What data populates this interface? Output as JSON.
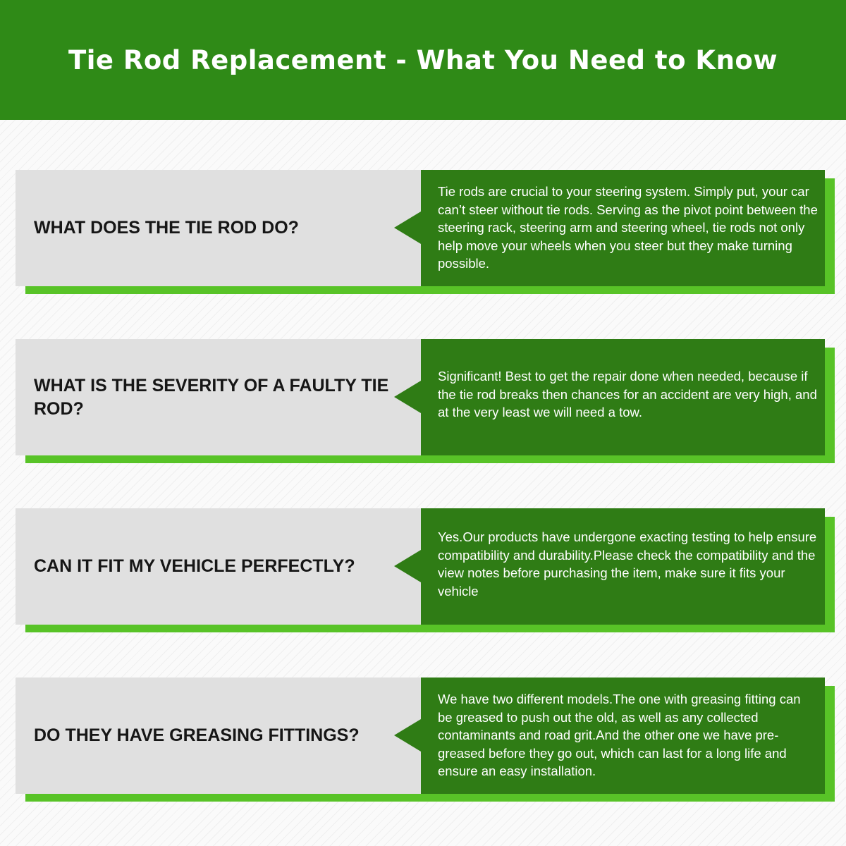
{
  "header": {
    "title": "Tie Rod Replacement - What You Need to Know"
  },
  "colors": {
    "banner_green": "#2f8a17",
    "answer_green": "#2f7c15",
    "accent_green": "#58c327",
    "question_gray": "#e0e0e0"
  },
  "faq": [
    {
      "question": "WHAT DOES THE TIE ROD DO?",
      "answer": "Tie rods are crucial to your steering system. Simply put, your car can’t steer without tie rods. Serving as the pivot point between the steering rack, steering arm and steering wheel, tie rods not only help move your wheels when you steer but they make turning possible."
    },
    {
      "question": "WHAT IS THE SEVERITY OF A FAULTY TIE ROD?",
      "answer": "Significant! Best to get the repair done when needed, because if the tie rod breaks then chances for an accident are very high, and at the very least we will need a tow."
    },
    {
      "question": "CAN IT FIT MY VEHICLE PERFECTLY?",
      "answer": "Yes.Our products have undergone exacting testing to help ensure compatibility and durability.Please check the compatibility and the view notes before purchasing the item, make sure it fits your vehicle"
    },
    {
      "question": "DO THEY HAVE GREASING FITTINGS?",
      "answer": "We have two different models.The one with greasing fitting can be greased to push out the old, as well as any collected contaminants and road grit.And the other one we have pre-greased before they go out, which can last for a long life and ensure an easy installation."
    }
  ]
}
